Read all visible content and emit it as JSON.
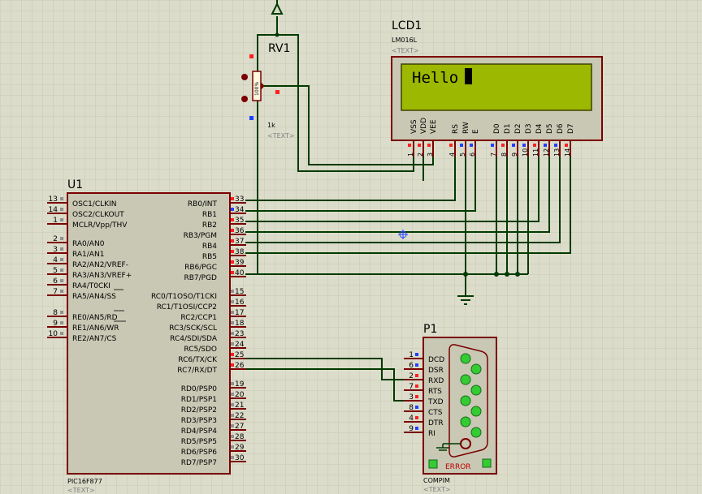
{
  "lcd": {
    "ref": "LCD1",
    "part": "LM016L",
    "text_tag": "<TEXT>",
    "display_text": "Hello",
    "pin_labels": [
      "VSS",
      "VDD",
      "VEE",
      "RS",
      "RW",
      "E",
      "D0",
      "D1",
      "D2",
      "D3",
      "D4",
      "D5",
      "D6",
      "D7"
    ],
    "pin_numbers": [
      "1",
      "2",
      "3",
      "4",
      "5",
      "6",
      "7",
      "8",
      "9",
      "10",
      "11",
      "12",
      "13",
      "14"
    ]
  },
  "rv": {
    "ref": "RV1",
    "value": "1k",
    "text_tag": "<TEXT>",
    "body_label": "100%"
  },
  "u1": {
    "ref": "U1",
    "part": "PIC16F877",
    "text_tag": "<TEXT>",
    "left_pins": [
      {
        "num": "13",
        "label": "OSC1/CLKIN"
      },
      {
        "num": "14",
        "label": "OSC2/CLKOUT"
      },
      {
        "num": "1",
        "label": "MCLR/Vpp/THV"
      },
      {
        "num": "2",
        "label": "RA0/AN0"
      },
      {
        "num": "3",
        "label": "RA1/AN1"
      },
      {
        "num": "4",
        "label": "RA2/AN2/VREF-"
      },
      {
        "num": "5",
        "label": "RA3/AN3/VREF+"
      },
      {
        "num": "6",
        "label": "RA4/T0CKI"
      },
      {
        "num": "7",
        "label": "RA5/AN4/SS"
      },
      {
        "num": "8",
        "label": "RE0/AN5/RD"
      },
      {
        "num": "9",
        "label": "RE1/AN6/WR"
      },
      {
        "num": "10",
        "label": "RE2/AN7/CS"
      }
    ],
    "right_pins": [
      {
        "num": "33",
        "label": "RB0/INT"
      },
      {
        "num": "34",
        "label": "RB1"
      },
      {
        "num": "35",
        "label": "RB2"
      },
      {
        "num": "36",
        "label": "RB3/PGM"
      },
      {
        "num": "37",
        "label": "RB4"
      },
      {
        "num": "38",
        "label": "RB5"
      },
      {
        "num": "39",
        "label": "RB6/PGC"
      },
      {
        "num": "40",
        "label": "RB7/PGD"
      },
      {
        "num": "15",
        "label": "RC0/T1OSO/T1CKI"
      },
      {
        "num": "16",
        "label": "RC1/T1OSI/CCP2"
      },
      {
        "num": "17",
        "label": "RC2/CCP1"
      },
      {
        "num": "18",
        "label": "RC3/SCK/SCL"
      },
      {
        "num": "23",
        "label": "RC4/SDI/SDA"
      },
      {
        "num": "24",
        "label": "RC5/SDO"
      },
      {
        "num": "25",
        "label": "RC6/TX/CK"
      },
      {
        "num": "26",
        "label": "RC7/RX/DT"
      },
      {
        "num": "19",
        "label": "RD0/PSP0"
      },
      {
        "num": "20",
        "label": "RD1/PSP1"
      },
      {
        "num": "21",
        "label": "RD2/PSP2"
      },
      {
        "num": "22",
        "label": "RD3/PSP3"
      },
      {
        "num": "27",
        "label": "RD4/PSP4"
      },
      {
        "num": "28",
        "label": "RD5/PSP5"
      },
      {
        "num": "29",
        "label": "RD6/PSP6"
      },
      {
        "num": "30",
        "label": "RD7/PSP7"
      }
    ]
  },
  "p1": {
    "ref": "P1",
    "part": "COMPIM",
    "text_tag": "<TEXT>",
    "error_label": "ERROR",
    "pins": [
      {
        "num": "1",
        "label": "DCD"
      },
      {
        "num": "6",
        "label": "DSR"
      },
      {
        "num": "2",
        "label": "RXD"
      },
      {
        "num": "7",
        "label": "RTS"
      },
      {
        "num": "3",
        "label": "TXD"
      },
      {
        "num": "8",
        "label": "CTS"
      },
      {
        "num": "4",
        "label": "DTR"
      },
      {
        "num": "9",
        "label": "RI"
      }
    ]
  },
  "colors": {
    "background": "#dcdccb",
    "grid": "#c8c8b4",
    "wire": "#003b00",
    "component_outline": "#7a0000",
    "chip_fill": "#c8c8b4",
    "lcd_screen": "#9cb800",
    "led_green": "#33cc33",
    "pin_red": "#ff2020",
    "pin_blue": "#2040ff"
  }
}
